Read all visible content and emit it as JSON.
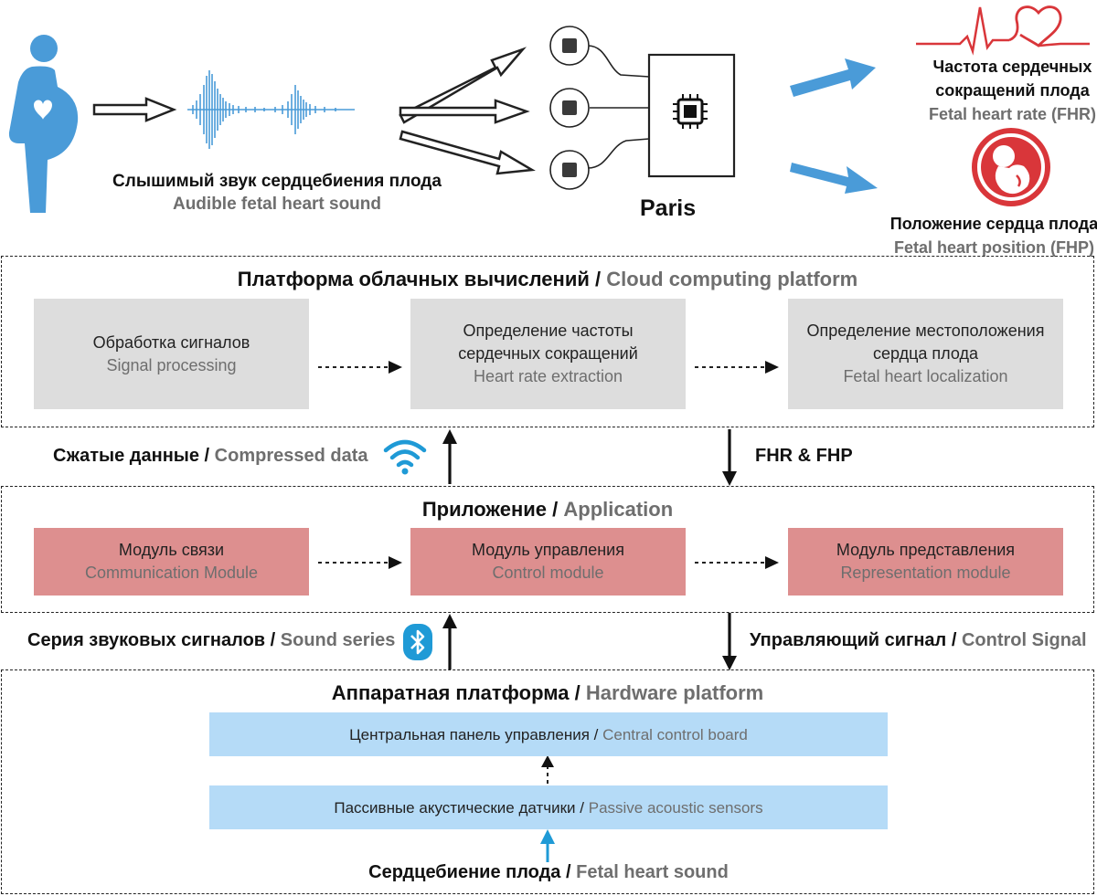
{
  "top": {
    "audible_ru": "Слышимый звук сердцебиения плода",
    "audible_en": "Audible fetal heart sound",
    "device_name": "Paris",
    "fhr_ru_line1": "Частота сердечных",
    "fhr_ru_line2": "сокращений плода",
    "fhr_en": "Fetal heart rate (FHR)",
    "fhp_ru": "Положение сердца плода",
    "fhp_en": "Fetal heart position (FHP)"
  },
  "cloud": {
    "title_ru": "Платформа облачных вычислений",
    "title_en": "Cloud computing platform",
    "boxes": [
      {
        "ru1": "Обработка сигналов",
        "ru2": "",
        "en": "Signal processing"
      },
      {
        "ru1": "Определение частоты",
        "ru2": "сердечных сокращений",
        "en": "Heart rate extraction"
      },
      {
        "ru1": "Определение местоположения",
        "ru2": "сердца плода",
        "en": "Fetal heart localization"
      }
    ]
  },
  "link1": {
    "left_ru": "Сжатые данные",
    "left_en": "Compressed data",
    "right": "FHR & FHP",
    "icon": "wifi-icon"
  },
  "app": {
    "title_ru": "Приложение",
    "title_en": "Application",
    "boxes": [
      {
        "ru": "Модуль связи",
        "en": "Communication Module"
      },
      {
        "ru": "Модуль управления",
        "en": "Control module"
      },
      {
        "ru": "Модуль представления",
        "en": "Representation module"
      }
    ]
  },
  "link2": {
    "left_ru": "Серия звуковых сигналов",
    "left_en": "Sound series",
    "right_ru": "Управляющий сигнал",
    "right_en": "Control Signal",
    "icon": "bluetooth-icon"
  },
  "hardware": {
    "title_ru": "Аппаратная платформа",
    "title_en": "Hardware platform",
    "board_ru": "Центральная панель управления",
    "board_en": "Central control board",
    "sensors_ru": "Пассивные акустические датчики",
    "sensors_en": "Passive acoustic sensors",
    "input_ru": "Сердцебиение плода",
    "input_en": "Fetal heart sound"
  },
  "separator": "/",
  "colors": {
    "figure_blue": "#4a9bd8",
    "heart_red": "#d9363a",
    "gray_box": "#dddddd",
    "red_box": "#dd8f8f",
    "blue_box": "#b5dbf7"
  }
}
